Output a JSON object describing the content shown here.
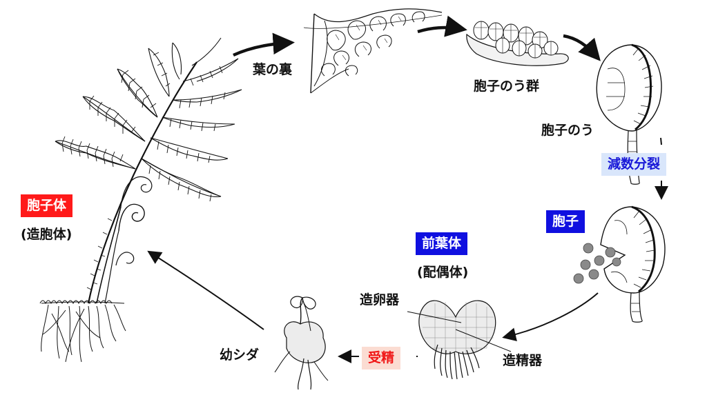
{
  "labels": {
    "leaf_underside": "葉の裏",
    "sorus": "胞子のう群",
    "sporangium": "胞子のう",
    "meiosis": "減数分裂",
    "spore": "胞子",
    "prothallus": "前葉体",
    "gametophyte": "(配偶体)",
    "archegonium": "造卵器",
    "antheridium": "造精器",
    "fertilization": "受精",
    "young_fern": "幼シダ",
    "sporophyte": "胞子体",
    "sporophyte_alt": "(造胞体)"
  },
  "colors": {
    "badge_red": "#ff1a1a",
    "badge_blue": "#1010e0",
    "meiosis_bg": "#d9e6fb",
    "fertilization_bg": "#fbdcd2"
  }
}
